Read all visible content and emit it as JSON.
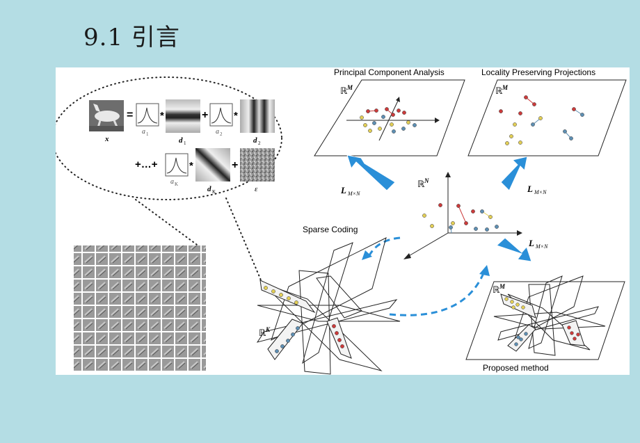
{
  "slide": {
    "title": "9.1 引言"
  },
  "figure": {
    "equation": {
      "x_label": "x",
      "d1": "d",
      "d1_sub": "1",
      "d2": "d",
      "d2_sub": "2",
      "dK": "d",
      "dK_sub": "K",
      "a1": "a",
      "a1_sub": "1",
      "a2": "a",
      "a2_sub": "2",
      "aK": "a",
      "aK_sub": "K",
      "epsilon": "ε",
      "eq_sign": "=",
      "times": "*",
      "plus": "+",
      "plus_dots": "+…+"
    },
    "labels": {
      "pca": "Principal Component Analysis",
      "lpp": "Locality Preserving Projections",
      "sparse": "Sparse Coding",
      "proposed": "Proposed method"
    },
    "spaces": {
      "rm": "ℝ",
      "rm_sup": "M",
      "rn": "ℝ",
      "rn_sup": "N",
      "rk": "ℝ",
      "rk_sup": "K"
    },
    "projection": {
      "L": "L",
      "sub": "M×N"
    },
    "colors": {
      "arrow_blue": "#2a8fd8",
      "dot_red": "#cc3b3b",
      "dot_yellow": "#e3cf56",
      "dot_blue": "#5e8fb3",
      "background": "#b4dde4"
    }
  }
}
